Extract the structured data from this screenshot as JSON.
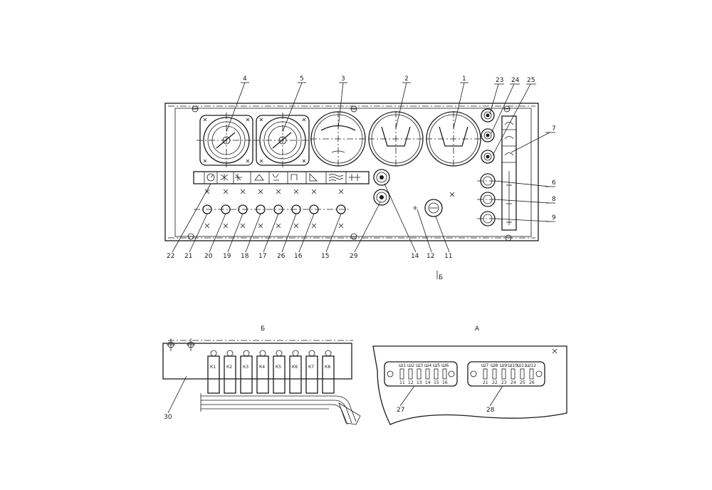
{
  "view_labels": {
    "view_b": "Б",
    "view_a": "А",
    "arrow_b": "Б"
  },
  "callouts": {
    "n1": "1",
    "n2": "2",
    "n3": "3",
    "n4": "4",
    "n5": "5",
    "n6": "6",
    "n7": "7",
    "n8": "8",
    "n9": "9",
    "n11": "11",
    "n12": "12",
    "n14": "14",
    "n15": "15",
    "n16": "16",
    "n17": "17",
    "n18": "18",
    "n19": "19",
    "n20": "20",
    "n21": "21",
    "n22": "22",
    "n23": "23",
    "n24": "24",
    "n25": "25",
    "n26": "26",
    "n27": "27",
    "n28": "28",
    "n29": "29",
    "n30": "30"
  },
  "relays": [
    "К1",
    "К2",
    "К3",
    "К4",
    "К5",
    "К6",
    "К7",
    "К8"
  ],
  "terminal_block_left": {
    "top": [
      "Ш1",
      "Ш2",
      "Ш3",
      "Ш4",
      "Ш5",
      "Ш6"
    ],
    "bottom": [
      "11",
      "12",
      "13",
      "14",
      "15",
      "16"
    ]
  },
  "terminal_block_right": {
    "top": [
      "Ш7",
      "Ш8",
      "Ш9",
      "Ш10",
      "Ш11",
      "Ш12"
    ],
    "bottom": [
      "21",
      "22",
      "23",
      "24",
      "25",
      "26"
    ]
  },
  "colors": {
    "line": "#1a1a1a",
    "background": "#ffffff"
  }
}
